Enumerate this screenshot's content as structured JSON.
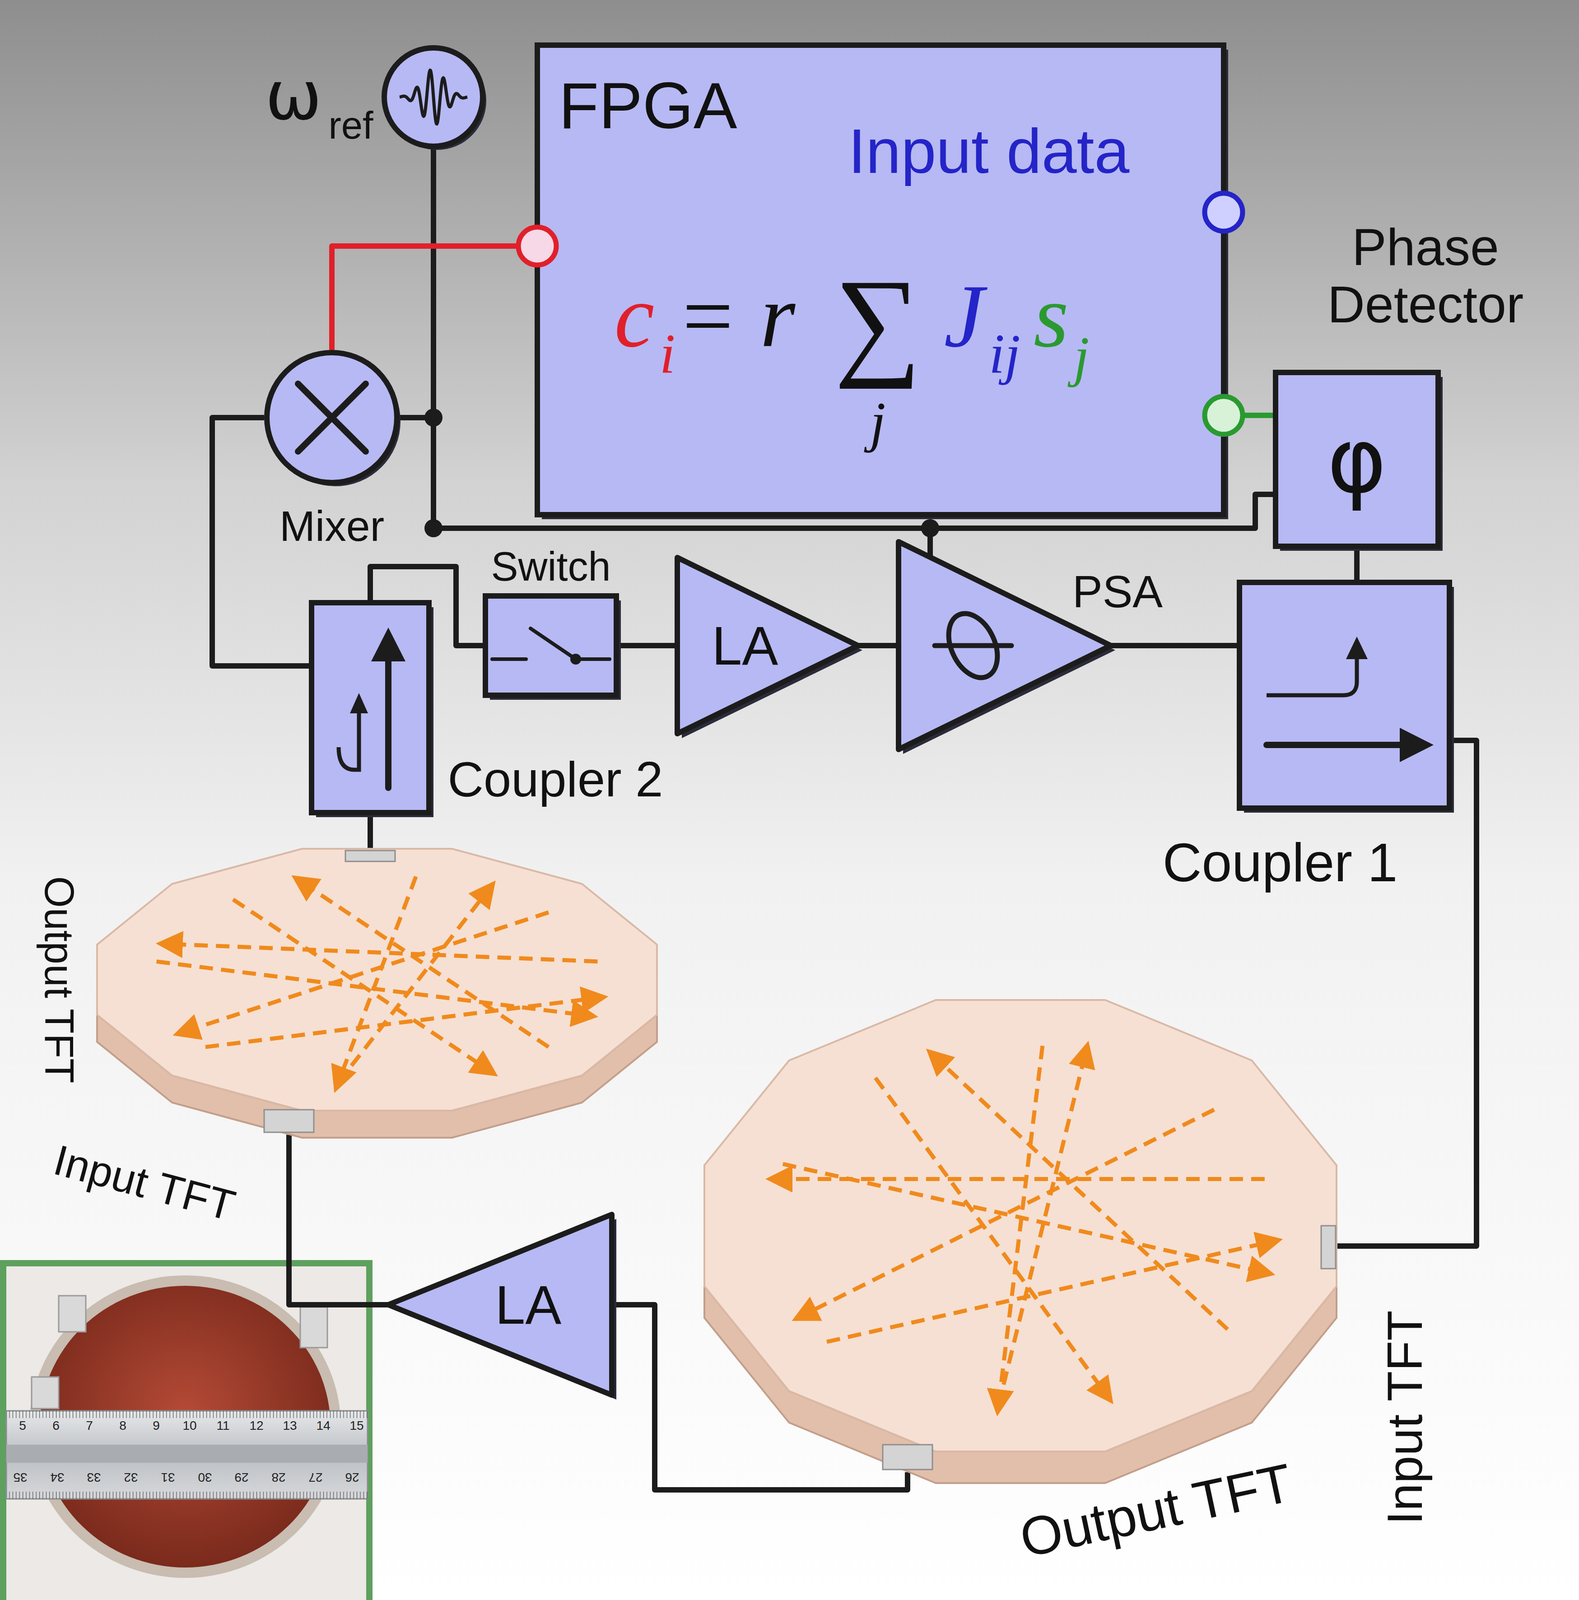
{
  "diagram": {
    "nodes": [
      {
        "text": [
          "ω",
          "ref"
        ]
      },
      {
        "text": [
          "FPGA",
          "Input data",
          "c",
          "i",
          "= r",
          "∑",
          "j",
          "J",
          "ij",
          "s",
          "j"
        ]
      },
      {
        "text": [
          "Phase Detector",
          "φ"
        ]
      },
      {
        "text": [
          "Mixer"
        ]
      },
      {
        "text": [
          "Switch"
        ]
      },
      {
        "text": [
          "LA"
        ]
      },
      {
        "text": [
          "PSA"
        ]
      },
      {
        "text": [
          "Coupler 2"
        ]
      },
      {
        "text": [
          "Coupler 1"
        ]
      },
      {
        "text": [
          "Output TFT",
          "Input TFT"
        ]
      },
      {
        "text": [
          "Input TFT",
          "Output TFT"
        ]
      },
      {
        "text": [
          "LA"
        ]
      }
    ],
    "edges": [
      {
        "from": 0,
        "to": 3,
        "arrow": "none"
      },
      {
        "from": 0,
        "to": 6,
        "arrow": "none"
      },
      {
        "from": 0,
        "to": 2,
        "arrow": "none"
      },
      {
        "from": 3,
        "to": 1,
        "arrow": "none"
      },
      {
        "from": 2,
        "to": 1,
        "arrow": "none"
      },
      {
        "from": 7,
        "to": 3,
        "arrow": "none"
      },
      {
        "from": 7,
        "to": 4,
        "arrow": "none"
      },
      {
        "from": 4,
        "to": 5,
        "arrow": "none"
      },
      {
        "from": 5,
        "to": 6,
        "arrow": "none"
      },
      {
        "from": 6,
        "to": 8,
        "arrow": "none"
      },
      {
        "from": 8,
        "to": 2,
        "arrow": "none"
      },
      {
        "from": 8,
        "to": 10,
        "arrow": "none"
      },
      {
        "from": 10,
        "to": 11,
        "arrow": "none"
      },
      {
        "from": 11,
        "to": 9,
        "arrow": "none"
      },
      {
        "from": 9,
        "to": 7,
        "arrow": "none"
      }
    ],
    "labels": [
      "5",
      "6",
      "7",
      "8",
      "9",
      "10",
      "11",
      "12",
      "13",
      "14",
      "15",
      "35",
      "34",
      "33",
      "32",
      "31",
      "30",
      "29",
      "28",
      "27",
      "26"
    ]
  }
}
